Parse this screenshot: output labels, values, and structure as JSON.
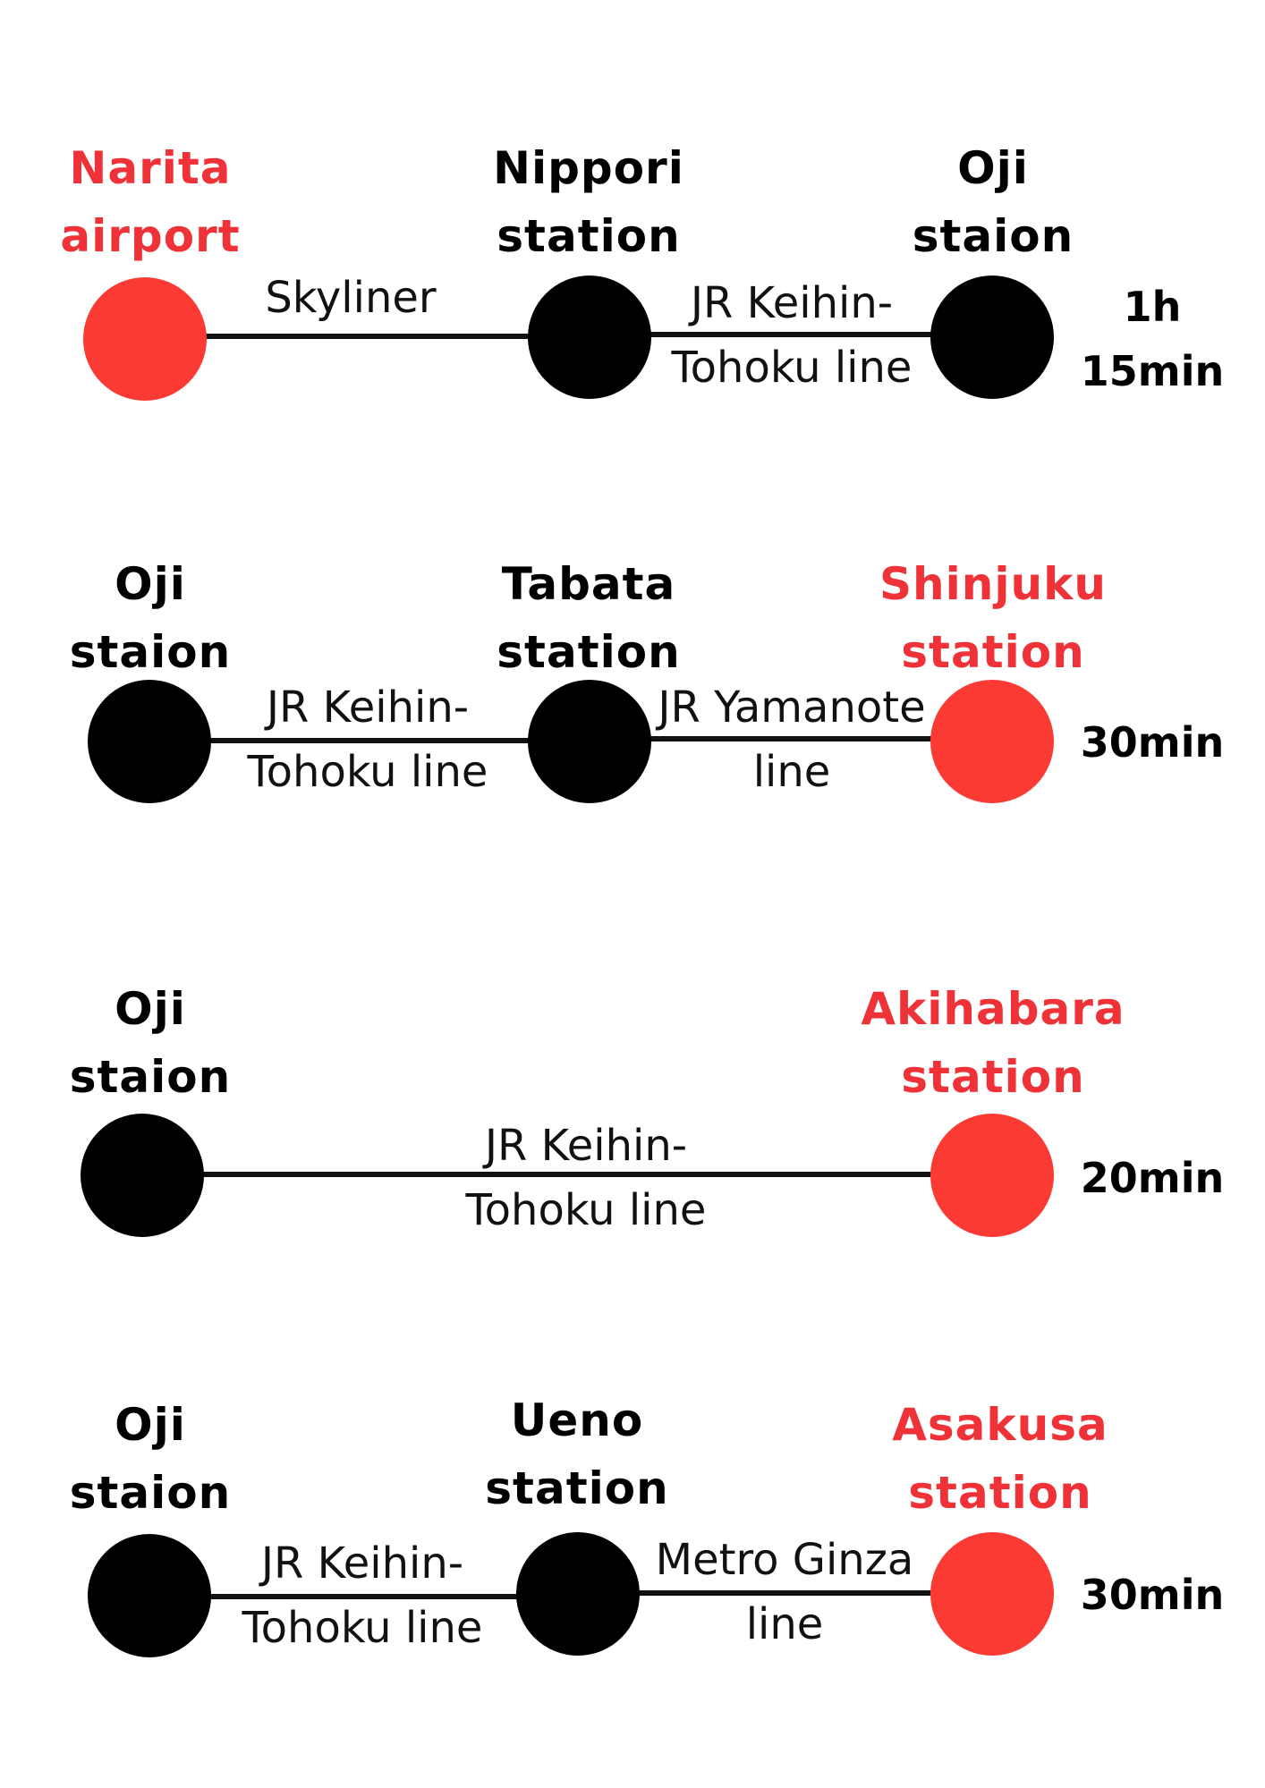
{
  "accent_red": "#fc3a34",
  "routes": [
    {
      "stations": [
        {
          "line1": "Narita",
          "line2": "airport",
          "color": "red"
        },
        {
          "line1": "Nippori",
          "line2": "station",
          "color": "black"
        },
        {
          "line1": "Oji",
          "line2": "staion",
          "color": "black"
        }
      ],
      "segments": [
        {
          "line1": "Skyliner",
          "line2": ""
        },
        {
          "line1": "JR Keihin-",
          "line2": "Tohoku line"
        }
      ],
      "time": {
        "line1": "1h",
        "line2": "15min"
      }
    },
    {
      "stations": [
        {
          "line1": "Oji",
          "line2": "staion",
          "color": "black"
        },
        {
          "line1": "Tabata",
          "line2": "station",
          "color": "black"
        },
        {
          "line1": "Shinjuku",
          "line2": "station",
          "color": "red"
        }
      ],
      "segments": [
        {
          "line1": "JR Keihin-",
          "line2": "Tohoku line"
        },
        {
          "line1": "JR Yamanote",
          "line2": "line"
        }
      ],
      "time": {
        "line1": "30min",
        "line2": ""
      }
    },
    {
      "stations": [
        {
          "line1": "Oji",
          "line2": "staion",
          "color": "black"
        },
        {
          "line1": "Akihabara",
          "line2": "station",
          "color": "red"
        }
      ],
      "segments": [
        {
          "line1": "JR Keihin-",
          "line2": "Tohoku line"
        }
      ],
      "time": {
        "line1": "20min",
        "line2": ""
      }
    },
    {
      "stations": [
        {
          "line1": "Oji",
          "line2": "staion",
          "color": "black"
        },
        {
          "line1": "Ueno",
          "line2": "station",
          "color": "black"
        },
        {
          "line1": "Asakusa",
          "line2": "station",
          "color": "red"
        }
      ],
      "segments": [
        {
          "line1": "JR Keihin-",
          "line2": "Tohoku line"
        },
        {
          "line1": "Metro Ginza",
          "line2": "line"
        }
      ],
      "time": {
        "line1": "30min",
        "line2": ""
      }
    }
  ]
}
